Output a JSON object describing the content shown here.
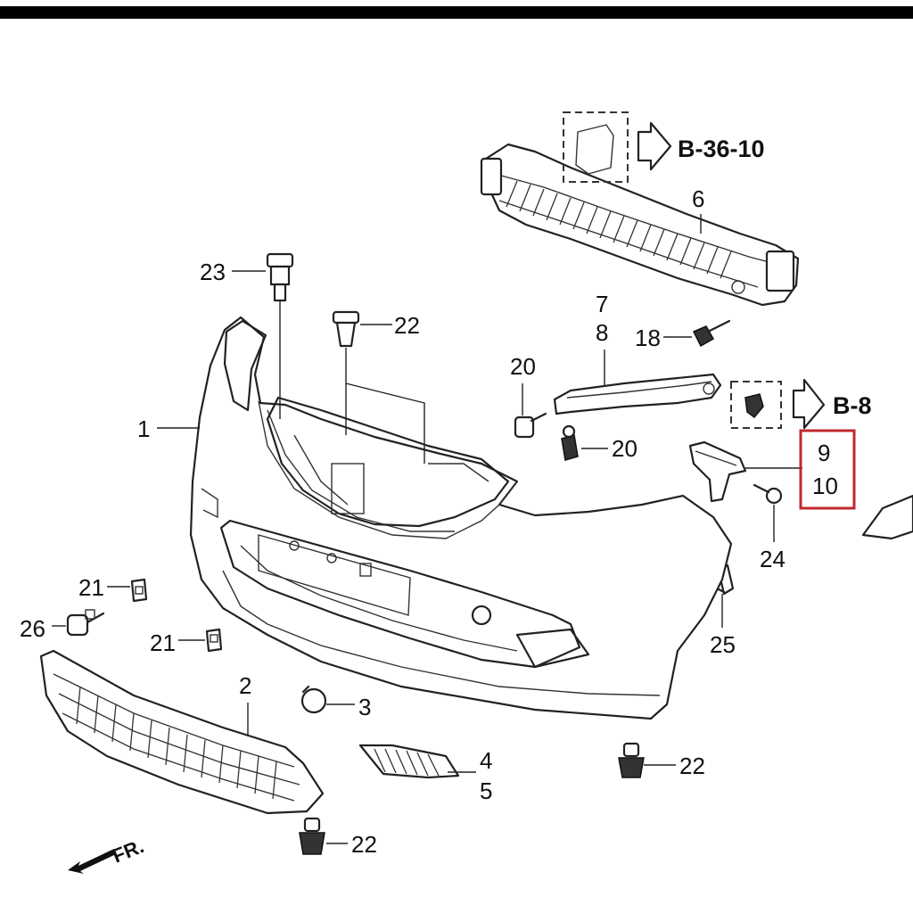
{
  "labels": {
    "p1": "1",
    "p2": "2",
    "p3": "3",
    "p4": "4",
    "p5": "5",
    "p6": "6",
    "p7": "7",
    "p8": "8",
    "p9": "9",
    "p10": "10",
    "p18": "18",
    "p20a": "20",
    "p20b": "20",
    "p21a": "21",
    "p21b": "21",
    "p22a": "22",
    "p22b": "22",
    "p22c": "22",
    "p23": "23",
    "p24": "24",
    "p25": "25",
    "p26": "26"
  },
  "refs": {
    "ref_b36": "B-36-10",
    "ref_b8": "B-8"
  },
  "direction": "FR.",
  "colors": {
    "highlight_box": "#c0282d",
    "ink": "#222222"
  }
}
